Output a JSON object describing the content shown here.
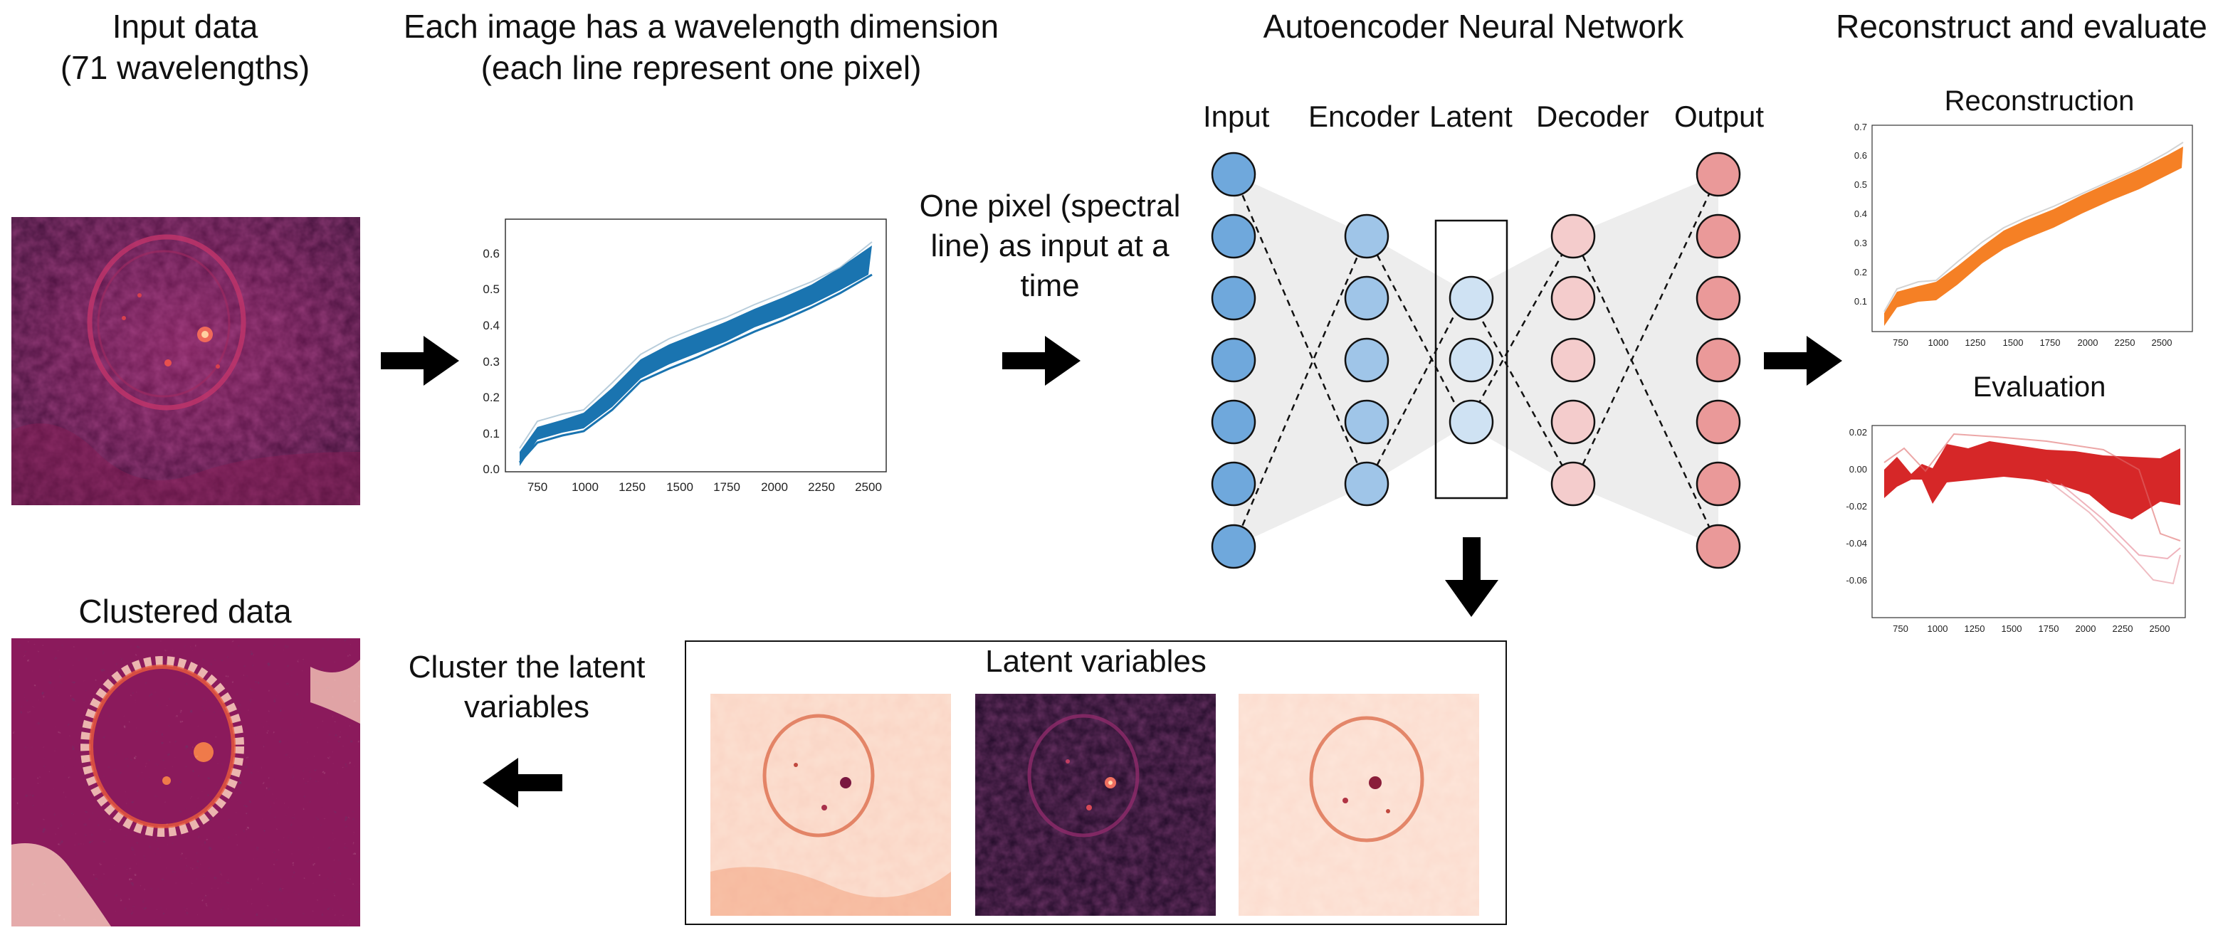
{
  "colors": {
    "input_node": "#6fa8dc",
    "encoder_node": "#9fc5e8",
    "latent_node": "#cfe2f3",
    "decoder_node": "#f4cccc",
    "output_node": "#ea9999",
    "spectra_blue": "#1f77b4",
    "recon_orange": "#f58025",
    "eval_red": "#d62728",
    "heatmap_dark": "#2a0a2e",
    "heatmap_magenta": "#8b1a5c"
  },
  "step1": {
    "title": "Input data\n(71 wavelengths)"
  },
  "step2": {
    "title": "Each image has a wavelength dimension\n(each line represent one pixel)",
    "x_ticks": [
      "750",
      "1000",
      "1250",
      "1500",
      "1750",
      "2000",
      "2250",
      "2500"
    ],
    "y_ticks": [
      "0.0",
      "0.1",
      "0.2",
      "0.3",
      "0.4",
      "0.5",
      "0.6"
    ]
  },
  "step3": {
    "caption": "One pixel (spectral\nline) as input at a\ntime"
  },
  "network": {
    "title": "Autoencoder Neural Network",
    "labels": {
      "input": "Input",
      "encoder": "Encoder",
      "latent": "Latent",
      "decoder": "Decoder",
      "output": "Output"
    }
  },
  "step4": {
    "title": "Reconstruct and evaluate",
    "reconstruction": {
      "title": "Reconstruction",
      "x_ticks": [
        "750",
        "1000",
        "1250",
        "1500",
        "1750",
        "2000",
        "2250",
        "2500"
      ],
      "y_ticks": [
        "0.1",
        "0.2",
        "0.3",
        "0.4",
        "0.5",
        "0.6",
        "0.7"
      ]
    },
    "evaluation": {
      "title": "Evaluation",
      "x_ticks": [
        "750",
        "1000",
        "1250",
        "1500",
        "1750",
        "2000",
        "2250",
        "2500"
      ],
      "y_ticks": [
        "0.02",
        "0.00",
        "-0.02",
        "-0.04",
        "-0.06"
      ]
    }
  },
  "latent": {
    "title": "Latent variables"
  },
  "cluster": {
    "caption": "Cluster the latent\nvariables",
    "title": "Clustered data"
  }
}
